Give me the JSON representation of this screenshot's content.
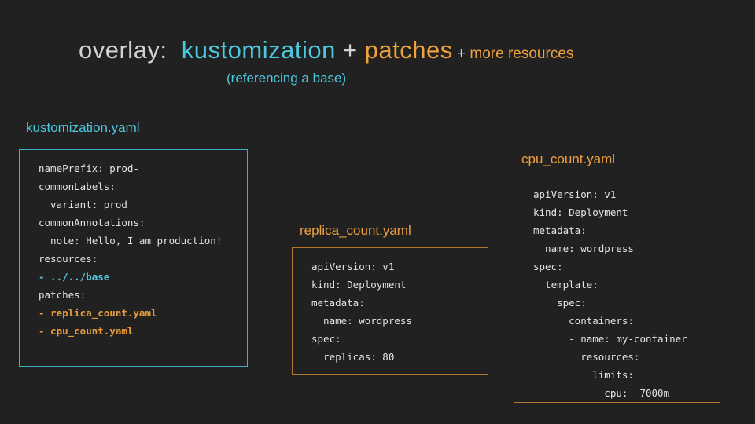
{
  "colors": {
    "background": "#212121",
    "gray_text": "#d2d2d2",
    "cyan": "#4dc9df",
    "cyan_border": "#3fb0c6",
    "cyan_code": "#56c8de",
    "orange": "#f0a23c",
    "orange_heading": "#ef9f3d",
    "orange_border": "#b5772b",
    "orange_code": "#e79b38",
    "code_text": "#e4e4e4"
  },
  "title": {
    "overlay": "overlay: ",
    "kustomization": "kustomization",
    "plus1": " + ",
    "patches": "patches",
    "plus2": " + ",
    "more_resources": "more resources",
    "subtitle": "(referencing a base)"
  },
  "boxes": [
    {
      "label": "kustomization.yaml",
      "label_color": "cyan",
      "border_color": "cyan",
      "lines": [
        {
          "t": "namePrefix: prod-",
          "c": "plain"
        },
        {
          "t": "commonLabels:",
          "c": "plain"
        },
        {
          "t": "  variant: prod",
          "c": "plain"
        },
        {
          "t": "commonAnnotations:",
          "c": "plain"
        },
        {
          "t": "  note: Hello, I am production!",
          "c": "plain"
        },
        {
          "t": "resources:",
          "c": "plain"
        },
        {
          "t": "- ../../base",
          "c": "cyan"
        },
        {
          "t": "patches:",
          "c": "plain"
        },
        {
          "t": "- replica_count.yaml",
          "c": "orange"
        },
        {
          "t": "- cpu_count.yaml",
          "c": "orange"
        }
      ]
    },
    {
      "label": "replica_count.yaml",
      "label_color": "orange",
      "border_color": "orange",
      "lines": [
        {
          "t": "apiVersion: v1",
          "c": "plain"
        },
        {
          "t": "kind: Deployment",
          "c": "plain"
        },
        {
          "t": "metadata:",
          "c": "plain"
        },
        {
          "t": "  name: wordpress",
          "c": "plain"
        },
        {
          "t": "spec:",
          "c": "plain"
        },
        {
          "t": "  replicas: 80",
          "c": "plain"
        }
      ]
    },
    {
      "label": "cpu_count.yaml",
      "label_color": "orange",
      "border_color": "orange",
      "lines": [
        {
          "t": "apiVersion: v1",
          "c": "plain"
        },
        {
          "t": "kind: Deployment",
          "c": "plain"
        },
        {
          "t": "metadata:",
          "c": "plain"
        },
        {
          "t": "  name: wordpress",
          "c": "plain"
        },
        {
          "t": "spec:",
          "c": "plain"
        },
        {
          "t": "  template:",
          "c": "plain"
        },
        {
          "t": "    spec:",
          "c": "plain"
        },
        {
          "t": "      containers:",
          "c": "plain"
        },
        {
          "t": "      - name: my-container",
          "c": "plain"
        },
        {
          "t": "        resources:",
          "c": "plain"
        },
        {
          "t": "          limits:",
          "c": "plain"
        },
        {
          "t": "            cpu:  7000m",
          "c": "plain"
        }
      ]
    }
  ]
}
